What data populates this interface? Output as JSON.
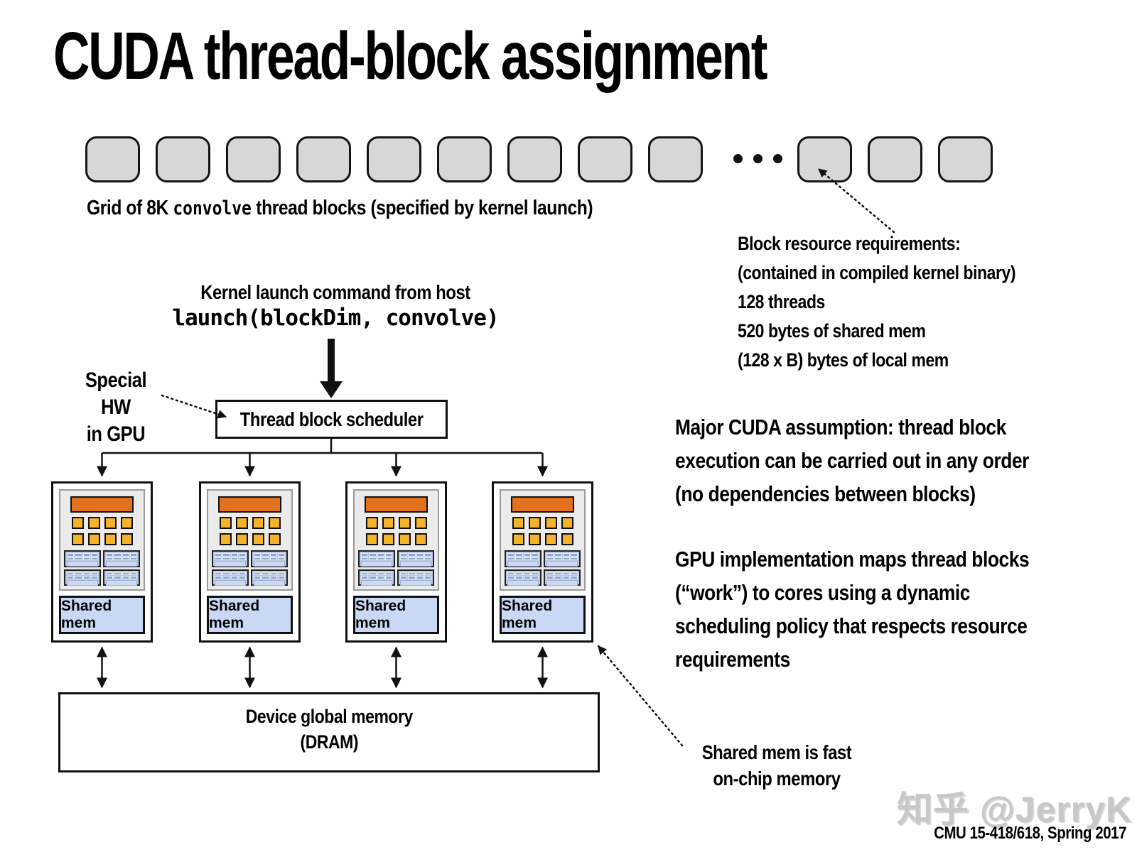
{
  "slide": {
    "title": "CUDA thread-block assignment",
    "grid_label": {
      "prefix": "Grid of 8K ",
      "code": "convolve",
      "suffix": " thread blocks (specified by kernel launch)"
    },
    "thread_block_row": {
      "blocks_before_ellipsis": 9,
      "blocks_after_ellipsis": 3,
      "ellipsis": "• • •"
    },
    "block_requirements": "Block resource requirements:\n(contained in compiled kernel binary)\n128 threads\n520 bytes of shared mem\n(128 x B) bytes of local mem",
    "kernel_launch": {
      "caption": "Kernel launch command from host",
      "code": "launch(blockDim, convolve)"
    },
    "special_hw_note": "Special HW\nin GPU",
    "scheduler_label": "Thread block scheduler",
    "assumption_text": "Major CUDA assumption: thread block\nexecution can be carried out in any order\n(no dependencies between blocks)",
    "implementation_text": "GPU implementation maps thread blocks\n(“work”) to cores using a dynamic\nscheduling policy that respects resource\nrequirements",
    "cores": {
      "count": 4,
      "shared_mem_label": "Shared mem"
    },
    "shared_mem_note": "Shared mem is fast\non-chip memory",
    "dram_label": "Device global memory\n(DRAM)",
    "watermark": "知乎 @JerryK",
    "footer": "CMU 15-418/618, Spring 2017",
    "colors": {
      "thread_block_fill": "#d7d7d7",
      "core_orange": "#e2711f",
      "core_yellow": "#f5b32b",
      "core_blue_block": "#b9c8e6",
      "core_blue_cell": "#8fa6cf",
      "shared_mem_fill": "#c9d9f5",
      "text": "#000000",
      "watermark_gray": "#c8c8c8"
    }
  }
}
